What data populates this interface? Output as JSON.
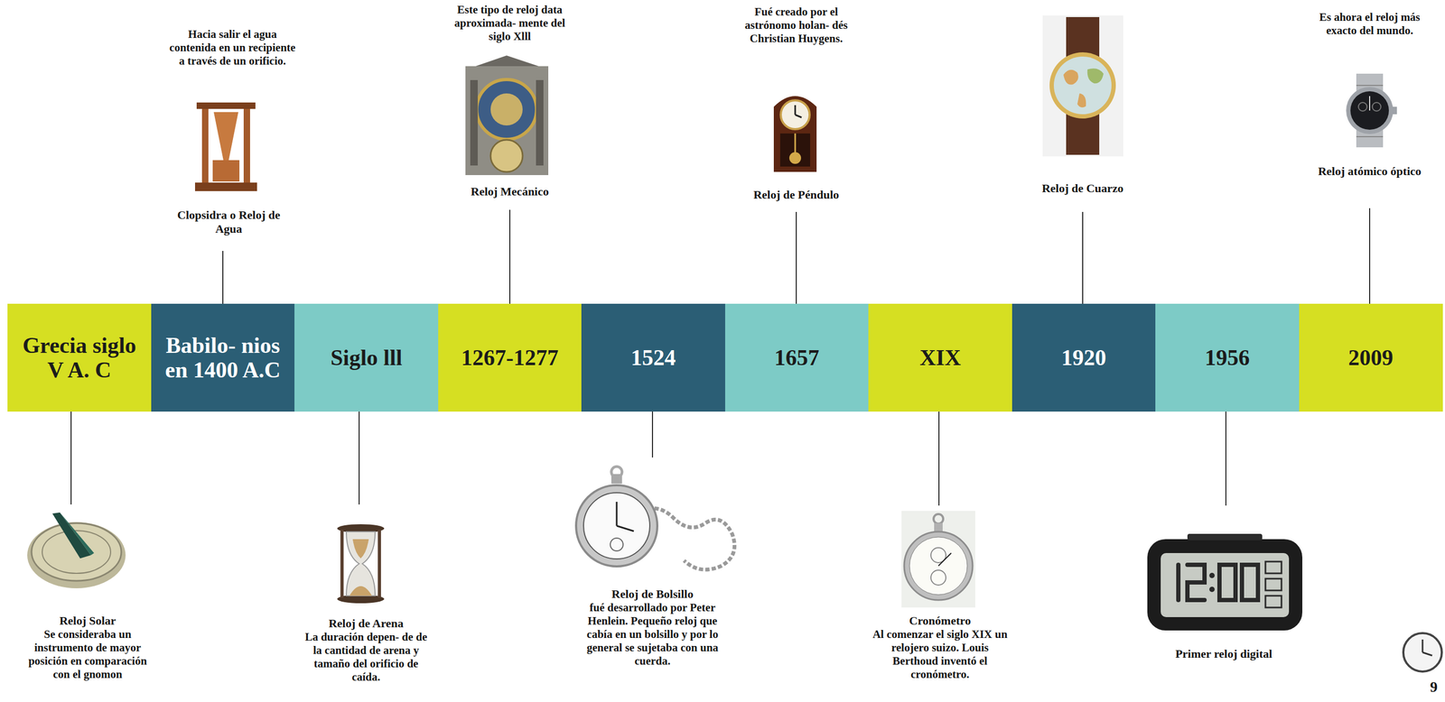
{
  "diagram": {
    "nodes": [
      {
        "text": [
          "Grecia siglo V A. C"
        ]
      },
      {
        "text": [
          "Babilo- nios en 1400 A.C"
        ]
      },
      {
        "text": [
          "Siglo lll"
        ]
      },
      {
        "text": [
          "1267-1277"
        ]
      },
      {
        "text": [
          "1524"
        ]
      },
      {
        "text": [
          "1657"
        ]
      },
      {
        "text": [
          "XIX"
        ]
      },
      {
        "text": [
          "1920"
        ]
      },
      {
        "text": [
          "1956"
        ]
      },
      {
        "text": [
          "2009"
        ]
      }
    ],
    "labels": [
      "Reloj Solar",
      "Se consideraba un instrumento de mayor posición en comparación con el gnomon",
      "Hacia salir el agua contenida en un recipiente a través de un orificio.",
      "Clopsidra o Reloj de Agua",
      "Reloj de Arena",
      "La duración depen- de de la cantidad de arena y tamaño del orificio de caída.",
      "Este tipo de reloj data aproximada- mente del siglo Xlll",
      "Reloj Mecánico",
      "Reloj de Bolsillo",
      "fué desarrollado por Peter Henlein. Pequeño reloj que cabía en un bolsillo y por lo general se sujetaba con una cuerda.",
      "Fué creado por el astrónomo holan- dés Christian Huygens.",
      "Reloj de Péndulo",
      "Cronómetro",
      "Al comenzar el siglo XIX un relojero suizo. Louis Berthoud inventó el cronómetro.",
      "Reloj de Cuarzo",
      "Primer reloj digital",
      "Es ahora el reloj más exacto del mundo.",
      "Reloj atómico óptico",
      "9"
    ]
  }
}
